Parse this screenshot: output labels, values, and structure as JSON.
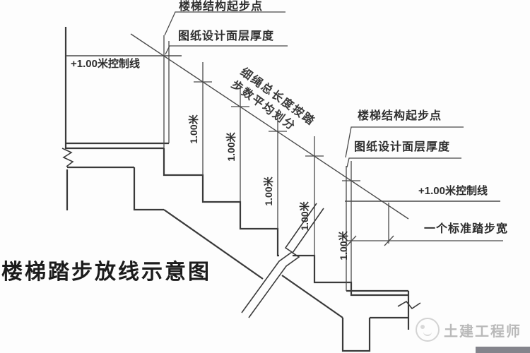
{
  "title": "楼梯踏步放线示意图",
  "labels": {
    "top_start_point": "楼梯结构起步点",
    "top_finish_thickness": "图纸设计面层厚度",
    "left_control_line": "+1.00米控制线",
    "diagonal_note_line1": "细绳总长度按踏",
    "diagonal_note_line2": "步数平均划分",
    "right_start_point": "楼梯结构起步点",
    "right_finish_thickness": "图纸设计面层厚度",
    "right_control_line": "+1.00米控制线",
    "tread_width_note": "一个标准踏步宽",
    "riser_dims": [
      "1.00米",
      "1.00米",
      "1.00米",
      "1.00米",
      "1.00米"
    ]
  },
  "watermark": {
    "text": "土建工程师"
  },
  "colors": {
    "structure_line": "#3a3a3a",
    "thin_line": "#4a4a4a",
    "text": "#2e2e2e",
    "watermark": "#b9b9b9",
    "footer_bar": "#84848c",
    "background": "#fdfdfd"
  }
}
